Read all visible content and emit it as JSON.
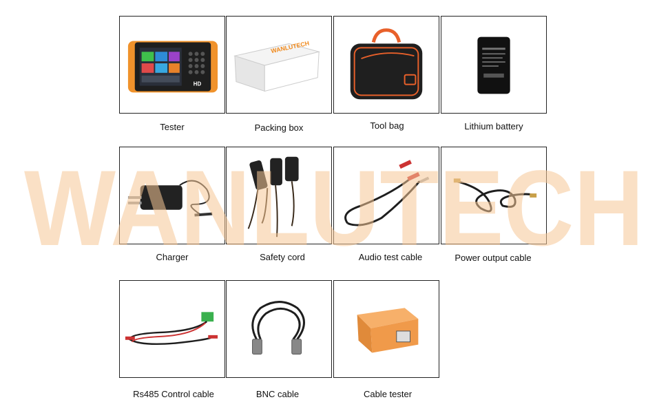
{
  "watermark": "WANLUTECH",
  "box_brand": "WANLUTECH",
  "tester_screen_badge": "HD",
  "items": [
    {
      "label": "Tester"
    },
    {
      "label": "Packing box"
    },
    {
      "label": "Tool bag"
    },
    {
      "label": "Lithium battery"
    },
    {
      "label": "Charger"
    },
    {
      "label": "Safety cord"
    },
    {
      "label": "Audio test cable"
    },
    {
      "label": "Power output cable"
    },
    {
      "label": "Rs485 Control cable"
    },
    {
      "label": "BNC cable"
    },
    {
      "label": "Cable tester"
    }
  ],
  "colors": {
    "watermark": "#f6c795",
    "tester_orange": "#f0922b",
    "box_logo": "#f08a1d",
    "bag_trim": "#e8602a",
    "cable_tester_orange": "#f09a4a"
  }
}
